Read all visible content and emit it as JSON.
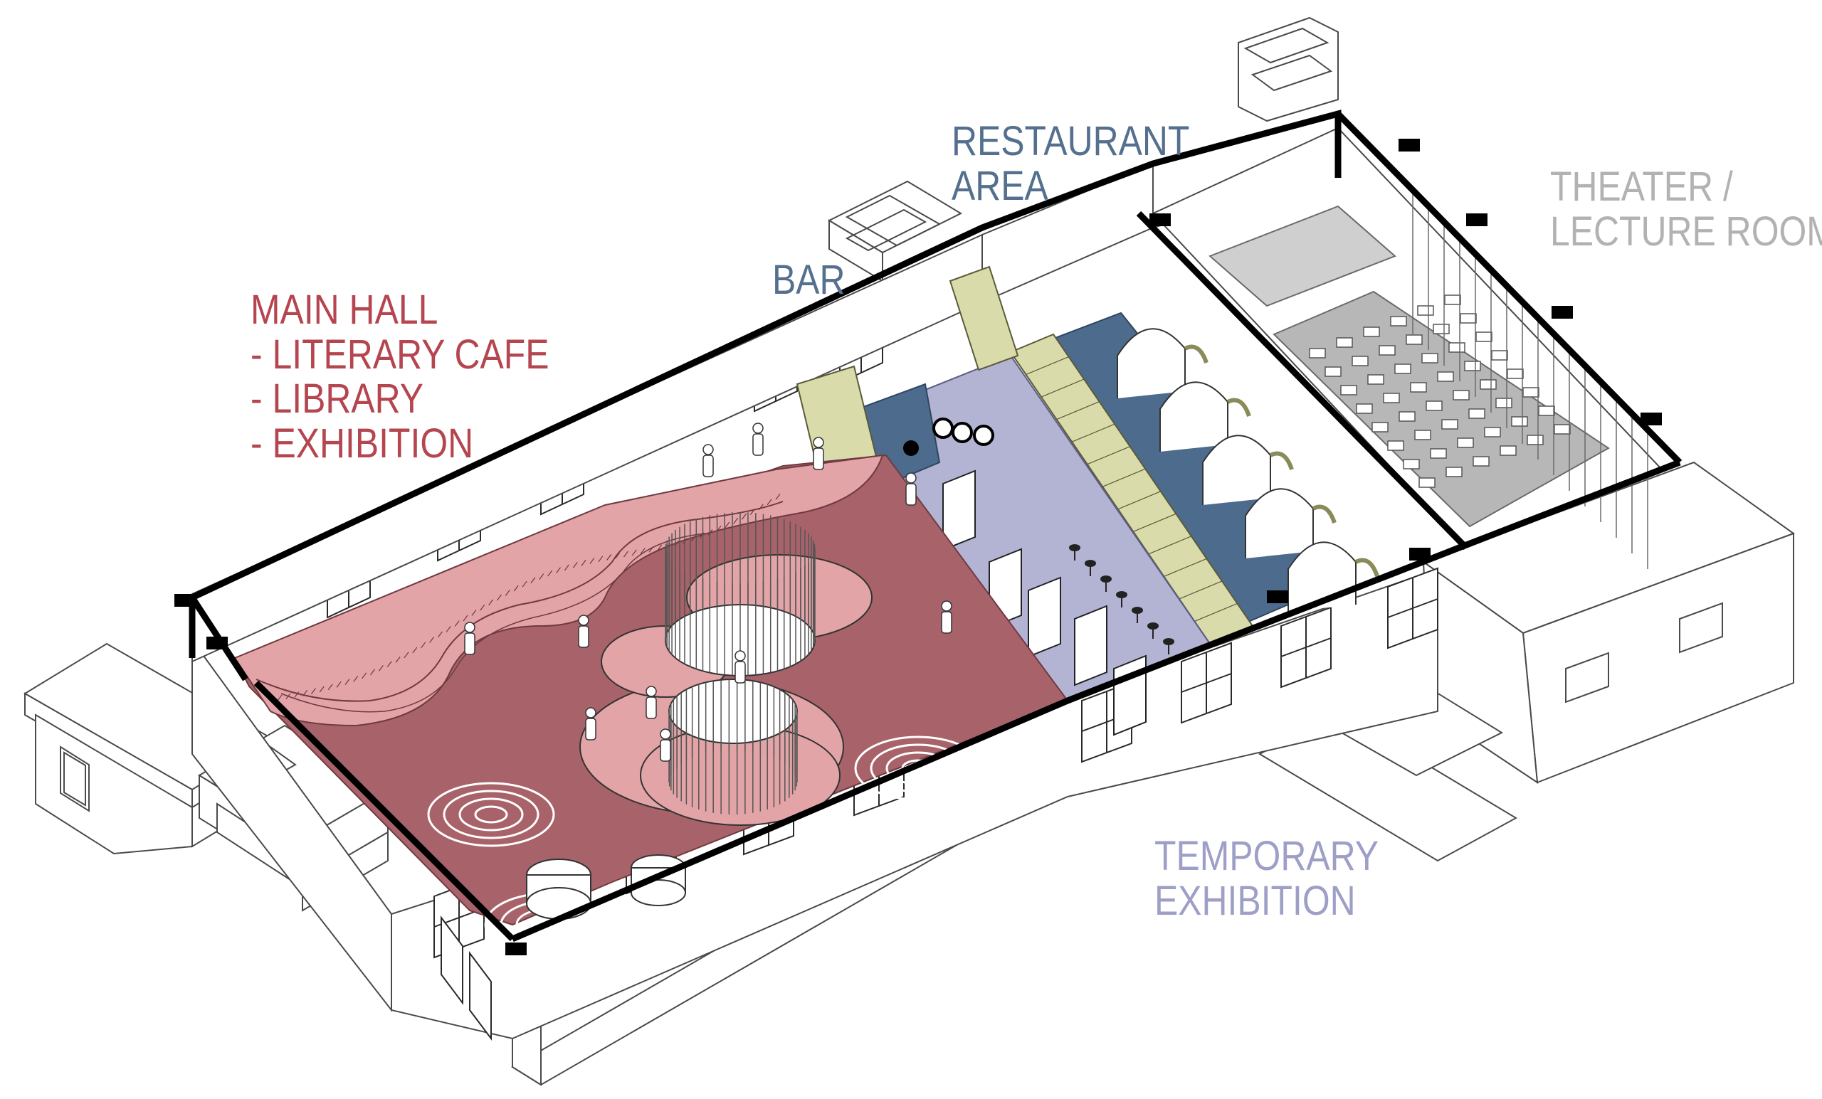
{
  "colors": {
    "main_hall_floor": "#a8636a",
    "main_hall_seating": "#e3a4a7",
    "main_hall_label": "#b5454f",
    "restaurant_floor": "#4d6b8c",
    "bar_floor": "#b3b3d4",
    "accent_green": "#d9dcaa",
    "theater_floor": "#b7b7b7",
    "theater_label": "#b2b2b2",
    "temporary_label": "#9e9fc7",
    "restaurant_label": "#55708f",
    "wall": "#000000",
    "line": "#4a4a4a"
  },
  "labels": {
    "main_hall": {
      "title": "MAIN HALL",
      "items": [
        "- LITERARY CAFE",
        "- LIBRARY",
        "- EXHIBITION"
      ]
    },
    "restaurant": {
      "line1": "RESTAURANT",
      "line2": "AREA"
    },
    "bar": {
      "text": "BAR"
    },
    "theater": {
      "line1": "THEATER /",
      "line2": "LECTURE ROOM"
    },
    "temporary": {
      "line1": "TEMPORARY",
      "line2": "EXHIBITION"
    }
  }
}
